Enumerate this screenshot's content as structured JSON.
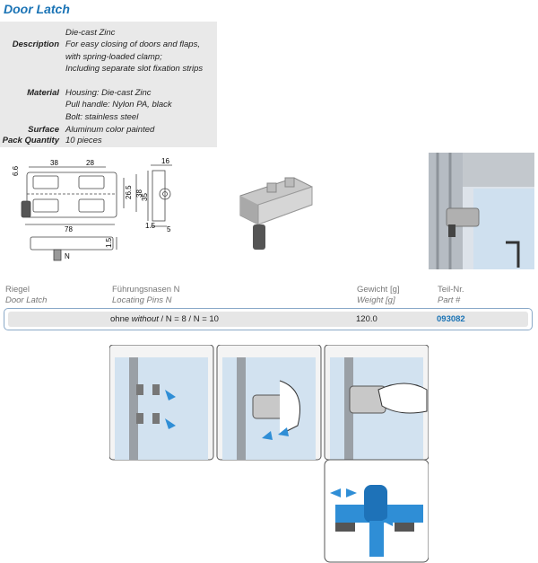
{
  "title": "Door Latch",
  "specs": {
    "description_label": "Description",
    "description_lines": [
      "Die-cast Zinc",
      "For easy closing of doors and flaps,",
      "with spring-loaded clamp;",
      "Including separate slot fixation strips"
    ],
    "material_label": "Material",
    "material_lines": [
      "Housing: Die-cast Zinc",
      "Pull handle: Nylon PA, black",
      "Bolt: stainless steel"
    ],
    "surface_label": "Surface",
    "surface_value": "Aluminum color painted",
    "pack_label": "Pack Quantity",
    "pack_value": "10 pieces"
  },
  "dimensions": {
    "d38": "38",
    "d28": "28",
    "d6_6": "6.6",
    "d26_5": "26.5",
    "d38v": "38",
    "d35": "35",
    "d78": "78",
    "d1_5a": "1.5",
    "d1_5b": "1.5",
    "d16": "16",
    "d5": "5",
    "N": "N"
  },
  "table": {
    "col1_de": "Riegel",
    "col1_en": "Door Latch",
    "col2_de": "Führungsnasen N",
    "col2_en": "Locating Pins N",
    "col3_de": "Gewicht [g]",
    "col3_en": "Weight [g]",
    "col4_de": "Teil-Nr.",
    "col4_en": "Part #",
    "row_pins_de": "ohne",
    "row_pins_en": "without",
    "row_pins_rest": "/ N = 8 / N = 10",
    "row_weight": "120.0",
    "row_part": "093082"
  },
  "colors": {
    "accent": "#1a73b5",
    "spec_bg": "#e9e9e9",
    "install_blue": "#2f8ed6"
  }
}
